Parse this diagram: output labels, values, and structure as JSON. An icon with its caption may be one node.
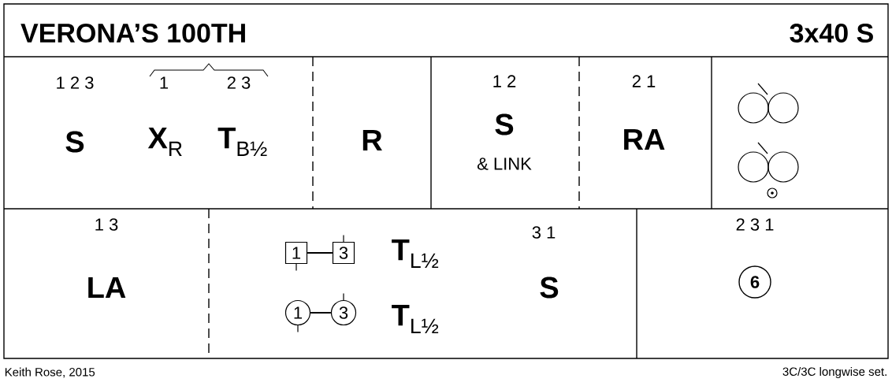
{
  "diagram": {
    "title": "VERONA’S 100TH",
    "nodes": [
      {
        "text": [
          "1"
        ]
      },
      {
        "text": [
          "3"
        ]
      },
      {
        "text": [
          "1"
        ]
      },
      {
        "text": [
          "3"
        ]
      },
      {
        "text": [
          "6"
        ]
      }
    ],
    "edges": [
      {
        "from": 0,
        "to": 1,
        "arrow": "none"
      },
      {
        "from": 2,
        "to": 3,
        "arrow": "none"
      }
    ],
    "labels": [
      "3x40 S",
      "1 2 3",
      "1",
      "2 3",
      "S",
      "**X**$_{R}$",
      "**T**$_{B½}$",
      "R",
      "1 2",
      "S",
      "& LINK",
      "2 1",
      "RA",
      "1 3",
      "LA",
      "**T**$_{L½}$",
      "**T**$_{L½}$",
      "3 1",
      "S",
      "2 3 1",
      "Keith Rose, 2015",
      "3C/3C longwise set."
    ]
  }
}
